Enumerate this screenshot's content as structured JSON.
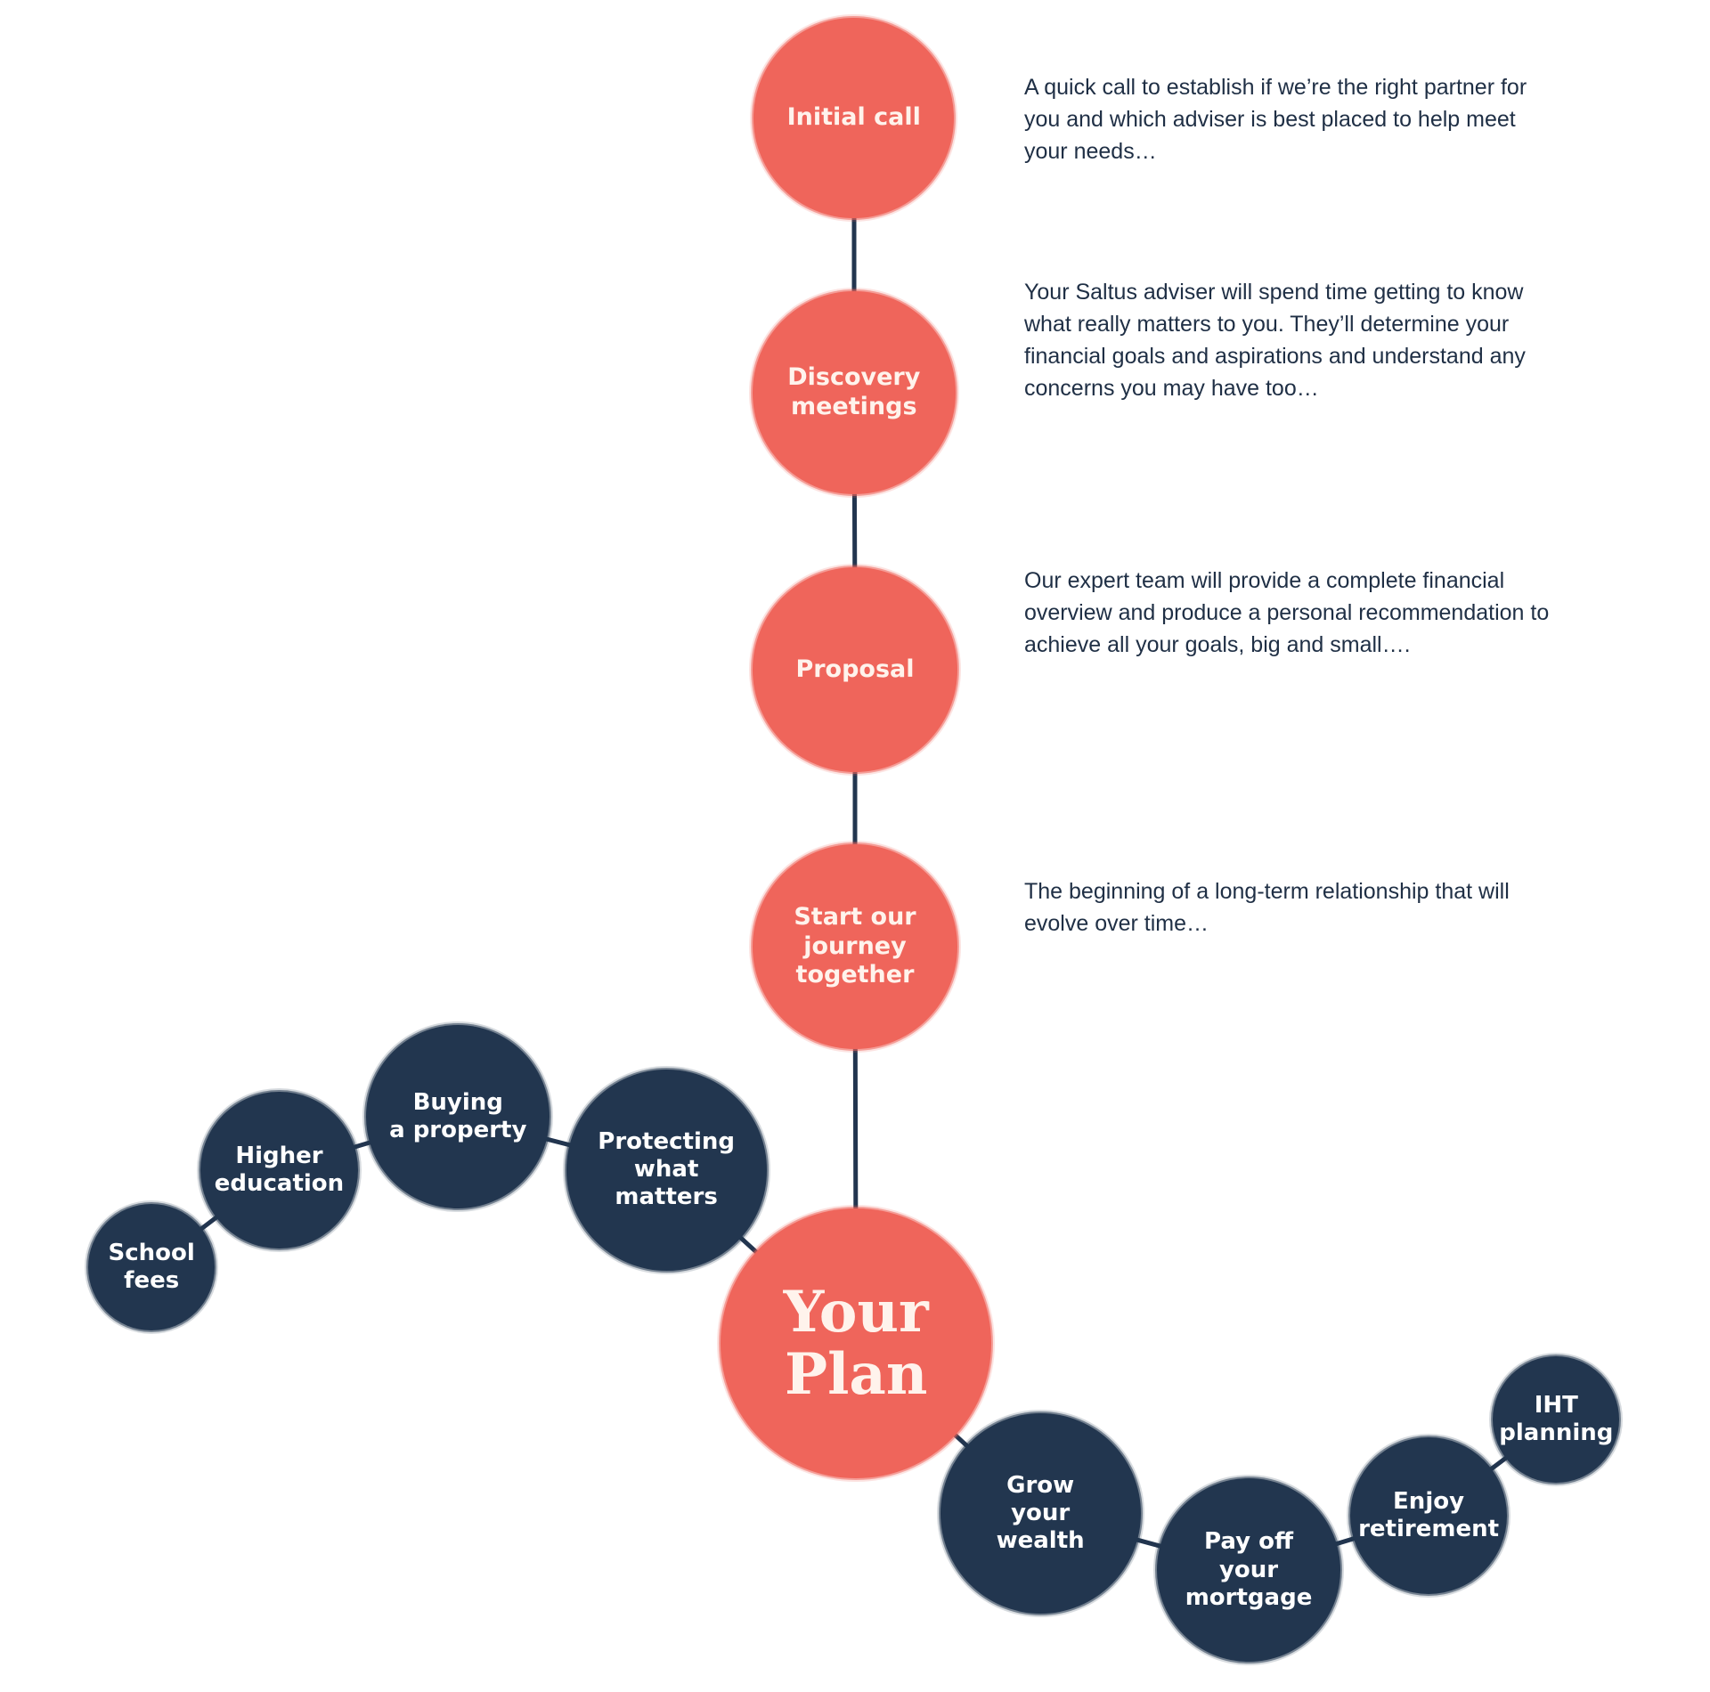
{
  "colors": {
    "coral": "#ef655b",
    "navy": "#22364f",
    "text": "#1f2f45"
  },
  "steps": [
    {
      "label": "Initial call",
      "description": "A quick call to establish if we’re the right partner for you and which adviser is best placed to help meet your needs…"
    },
    {
      "label": "Discovery\nmeetings",
      "description": "Your Saltus adviser will spend time getting to know what really matters to you. They’ll determine your financial goals and aspirations and understand any concerns you may have too…"
    },
    {
      "label": "Proposal",
      "description": "Our expert team will provide a complete financial overview and produce a personal recommendation to achieve all your goals, big and small…."
    },
    {
      "label": "Start our\njourney\ntogether",
      "description": "The beginning of a long-term relationship that will evolve over time…"
    }
  ],
  "center": {
    "label": "Your\nPlan"
  },
  "goals_left": [
    {
      "label": "School\nfees"
    },
    {
      "label": "Higher\neducation"
    },
    {
      "label": "Buying\na property"
    },
    {
      "label": "Protecting\nwhat\nmatters"
    }
  ],
  "goals_right": [
    {
      "label": "Grow\nyour\nwealth"
    },
    {
      "label": "Pay off\nyour\nmortgage"
    },
    {
      "label": "Enjoy\nretirement"
    },
    {
      "label": "IHT\nplanning"
    }
  ]
}
